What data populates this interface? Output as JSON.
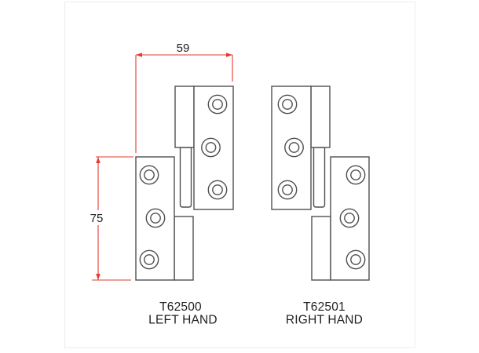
{
  "colors": {
    "outline": "#4f4f4f",
    "dimension": "#e23b31",
    "text": "#1f1f1f",
    "card_border": "#ededed",
    "background": "#ffffff"
  },
  "dimensions": {
    "width_mm": "59",
    "height_mm": "75"
  },
  "products": [
    {
      "code": "T62500",
      "hand": "LEFT HAND"
    },
    {
      "code": "T62501",
      "hand": "RIGHT HAND"
    }
  ]
}
